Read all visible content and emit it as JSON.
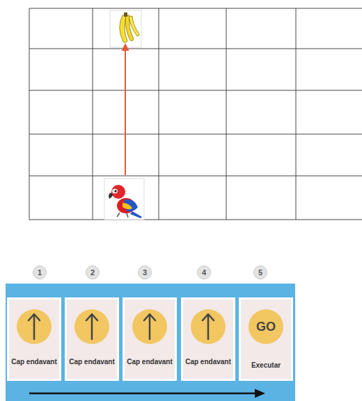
{
  "diagram": {
    "nodes": [
      {
        "text": [
          "Cap endavant"
        ]
      },
      {
        "text": [
          "Cap endavant"
        ]
      },
      {
        "text": [
          "Cap endavant"
        ]
      },
      {
        "text": [
          "Cap endavant"
        ]
      },
      {
        "text": [
          "GO",
          "Executar"
        ]
      }
    ],
    "labels": [
      "1",
      "2",
      "3",
      "4",
      "5"
    ]
  }
}
